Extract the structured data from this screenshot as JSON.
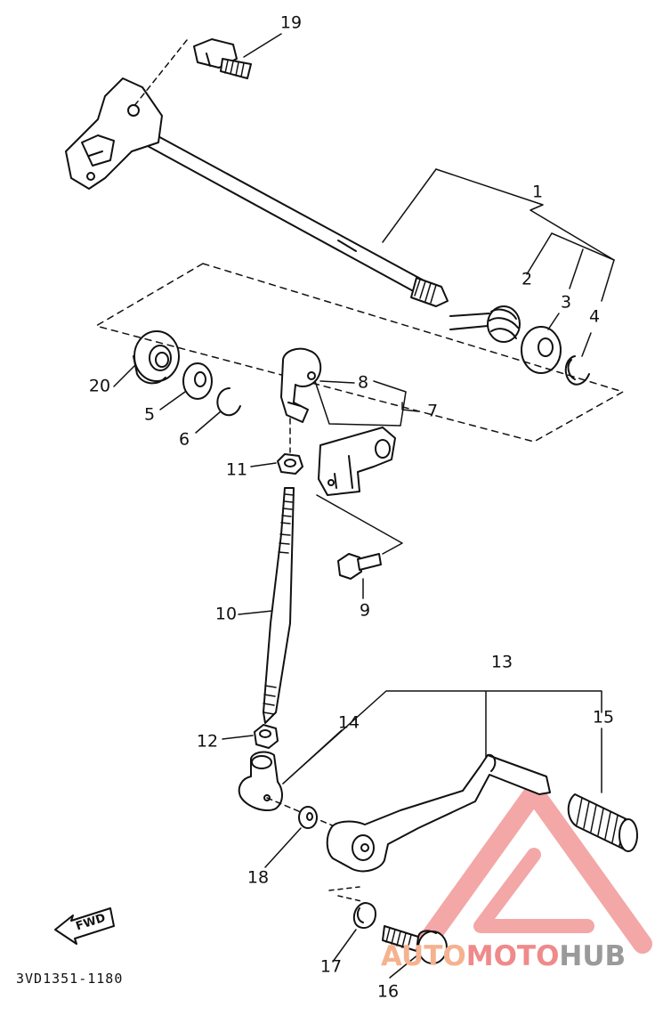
{
  "diagram": {
    "code": "3VD1351-1180",
    "fwd_label": "FWD",
    "callouts": [
      "1",
      "2",
      "3",
      "4",
      "5",
      "6",
      "7",
      "8",
      "9",
      "10",
      "11",
      "12",
      "13",
      "14",
      "15",
      "16",
      "17",
      "18",
      "19",
      "20"
    ]
  },
  "watermark": {
    "part_a": "AUTO",
    "part_b": "MOTO",
    "part_c": "HUB",
    "color_a": "#f5b28f",
    "color_b": "#f08a8a",
    "color_c": "#9a9a9a"
  }
}
